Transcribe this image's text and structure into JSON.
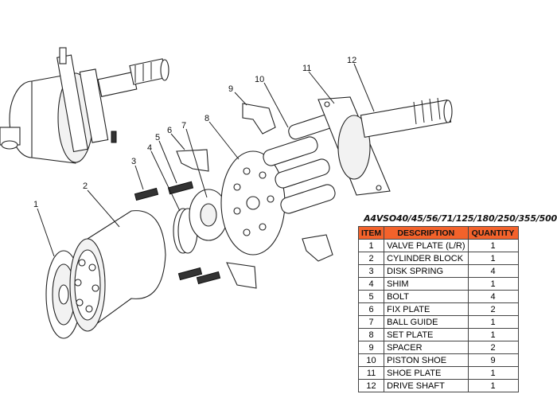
{
  "callouts": [
    "1",
    "2",
    "3",
    "4",
    "5",
    "6",
    "7",
    "8",
    "9",
    "10",
    "11",
    "12"
  ],
  "bom": {
    "title": "A4VSO40/45/56/71/125/180/250/355/500",
    "headers": {
      "item": "ITEM",
      "description": "DESCRIPTION",
      "quantity": "QUANTITY"
    },
    "header_color": "#f3622b",
    "rows": [
      {
        "item": "1",
        "description": "VALVE PLATE (L/R)",
        "quantity": "1"
      },
      {
        "item": "2",
        "description": "CYLINDER BLOCK",
        "quantity": "1"
      },
      {
        "item": "3",
        "description": "DISK SPRING",
        "quantity": "4"
      },
      {
        "item": "4",
        "description": "SHIM",
        "quantity": "1"
      },
      {
        "item": "5",
        "description": "BOLT",
        "quantity": "4"
      },
      {
        "item": "6",
        "description": "FIX PLATE",
        "quantity": "2"
      },
      {
        "item": "7",
        "description": "BALL GUIDE",
        "quantity": "1"
      },
      {
        "item": "8",
        "description": "SET PLATE",
        "quantity": "1"
      },
      {
        "item": "9",
        "description": "SPACER",
        "quantity": "2"
      },
      {
        "item": "10",
        "description": "PISTON SHOE",
        "quantity": "9"
      },
      {
        "item": "11",
        "description": "SHOE PLATE",
        "quantity": "1"
      },
      {
        "item": "12",
        "description": "DRIVE SHAFT",
        "quantity": "1"
      }
    ]
  }
}
